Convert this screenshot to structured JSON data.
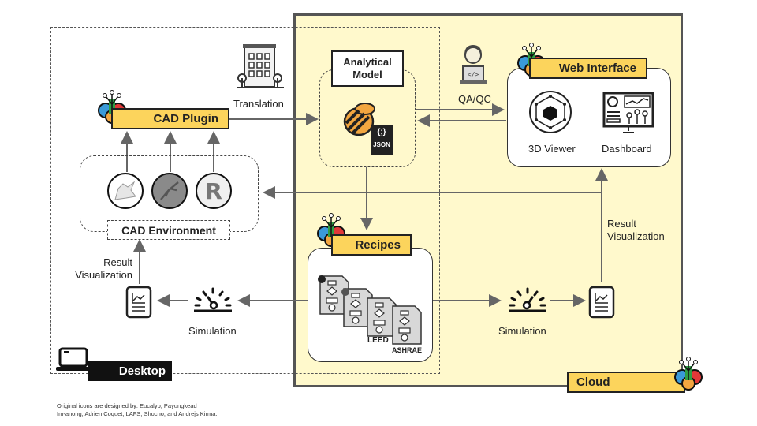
{
  "regions": {
    "cloud_label": "Cloud",
    "desktop_label": "Desktop"
  },
  "cad_plugin": {
    "label": "CAD Plugin"
  },
  "cad_environment": {
    "label": "CAD Environment",
    "apps": [
      "rhino-icon",
      "grasshopper-icon",
      "revit-icon"
    ]
  },
  "translation": {
    "label": "Translation",
    "icon": "building-icon"
  },
  "analytical_model": {
    "label": "Analytical Model",
    "icons": [
      "ladybug-icon",
      "json-file-icon"
    ],
    "json_text": "JSON",
    "json_glyph": "{;}"
  },
  "qa_qc": {
    "label": "QA/QC",
    "icon": "developer-icon"
  },
  "web_interface": {
    "label": "Web Interface",
    "items": [
      {
        "label": "3D Viewer",
        "icon": "3d-cube-icon"
      },
      {
        "label": "Dashboard",
        "icon": "dashboard-monitor-icon"
      }
    ]
  },
  "recipes": {
    "label": "Recipes",
    "doc_labels": [
      "LEED",
      "ASHRAE"
    ]
  },
  "desktop_flow": {
    "simulation_label": "Simulation",
    "result_label_line1": "Result",
    "result_label_line2": "Visualization"
  },
  "cloud_flow": {
    "simulation_label": "Simulation",
    "result_label_line1": "Result",
    "result_label_line2": "Visualization"
  },
  "credits": {
    "prefix": "Original icons are designed by: ",
    "names": [
      "Eucalyp",
      "Payungkead Im-anong",
      "Adrien Coquet",
      "LAFS",
      "Shocho",
      "Andrejs Kirma"
    ],
    "line1": "Original icons are designed by: Eucalyp,  Payungkead",
    "line2": "Im-anong, Adrien Coquet, LAFS, Shocho, and Andrejs Kirma."
  },
  "colors": {
    "cloud_bg": "#fff9cc",
    "tag_yellow": "#fcd45c",
    "border": "#555555",
    "arrow": "#666666"
  }
}
